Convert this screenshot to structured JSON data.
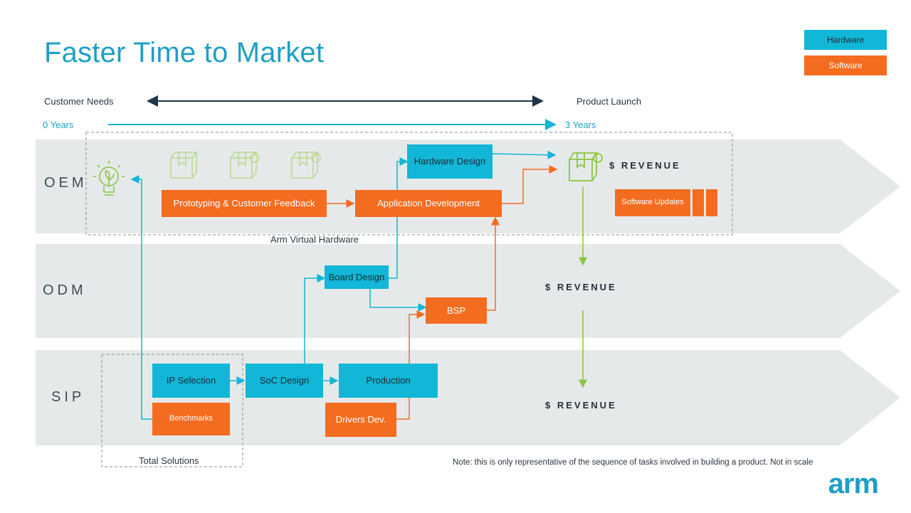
{
  "title": "Faster Time to Market",
  "legend": {
    "hardware": "Hardware",
    "software": "Software"
  },
  "timeline": {
    "left_label": "Customer Needs",
    "right_label": "Product Launch",
    "start": "0 Years",
    "end": "3 Years"
  },
  "lanes": {
    "oem": "OEM",
    "odm": "ODM",
    "sip": "SIP"
  },
  "revenue": "$ REVENUE",
  "boxes": {
    "hardware_design": "Hardware Design",
    "prototyping": "Prototyping & Customer Feedback",
    "application_dev": "Application Development",
    "software_updates": "Software Updates",
    "board_design": "Board Design",
    "bsp": "BSP",
    "ip_selection": "IP Selection",
    "soc_design": "SoC Design",
    "production": "Production",
    "benchmarks": "Benchmarks",
    "drivers_dev": "Drivers Dev."
  },
  "group_labels": {
    "arm_virtual_hardware": "Arm Virtual Hardware",
    "total_solutions": "Total Solutions"
  },
  "note": "Note: this is only representative of the sequence of tasks involved in building a product. Not in scale",
  "logo": "arm",
  "colors": {
    "hardware": "#12b6d6",
    "software": "#f36c1f",
    "title": "#1f9fc5",
    "lane": "#e6e9ea",
    "green": "#8cc63f",
    "dark_arrow": "#1e3447"
  }
}
